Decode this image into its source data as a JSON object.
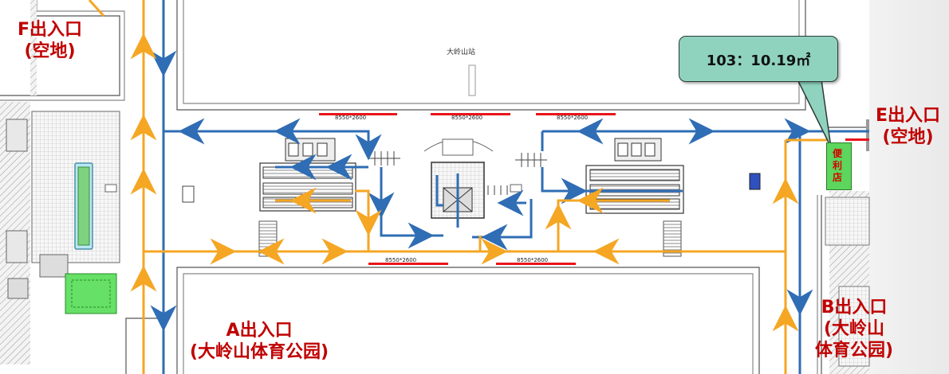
{
  "map": {
    "colors": {
      "route_orange": "#f5a623",
      "route_blue": "#2f6db5",
      "door_red": "#e8141c",
      "exit_label_red": "#c00000",
      "callout_fill": "#8fd3bf",
      "store_green": "#5cd65c"
    },
    "station_name": "大岭山站",
    "exits": {
      "f": {
        "line1": "F出入口",
        "line2": "(空地)"
      },
      "e": {
        "line1": "E出入口",
        "line2": "(空地)"
      },
      "a": {
        "line1": "A出入口",
        "line2": "(大岭山体育公园)"
      },
      "b": {
        "line1": "B出入口",
        "line2": "(大岭山",
        "line3": "体育公园)"
      }
    },
    "door_labels": {
      "top_1": "8550*2600",
      "top_2": "8550*2600",
      "top_3": "8550*2600",
      "bottom_1": "8550*2600",
      "bottom_2": "8550*2600"
    },
    "callout": {
      "text": "103：10.19㎡"
    },
    "store": {
      "label": "便利店"
    }
  }
}
